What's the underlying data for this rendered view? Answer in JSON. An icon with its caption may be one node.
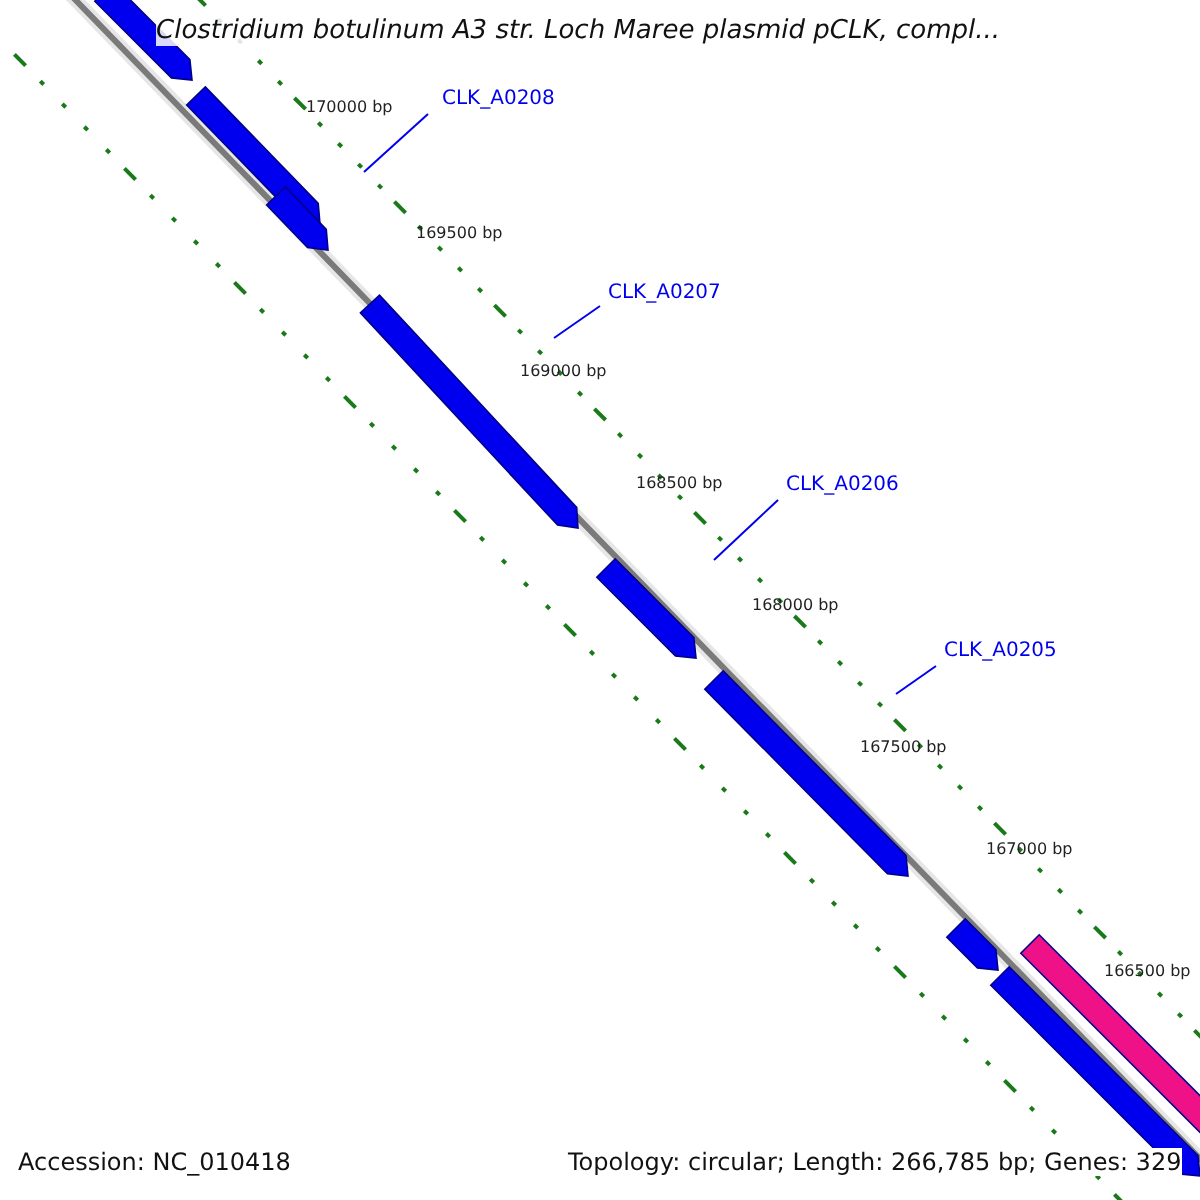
{
  "diagram": {
    "title": "Clostridium botulinum A3 str. Loch Maree plasmid pCLK, compl...",
    "nodes": [
      {
        "text": [
          "CLK_A0208"
        ]
      },
      {
        "text": [
          "CLK_A0207"
        ]
      },
      {
        "text": [
          "CLK_A0206"
        ]
      },
      {
        "text": [
          "CLK_A0205"
        ]
      }
    ],
    "edges": [
      {
        "from": 0,
        "to": null,
        "arrow": "none"
      },
      {
        "from": 1,
        "to": null,
        "arrow": "none"
      },
      {
        "from": 2,
        "to": null,
        "arrow": "none"
      },
      {
        "from": 3,
        "to": null,
        "arrow": "none"
      }
    ],
    "labels": [
      "170000 bp",
      "169500 bp",
      "169000 bp",
      "168500 bp",
      "168000 bp",
      "167500 bp",
      "167000 bp",
      "166500 bp",
      "Accession: NC_010418",
      "Topology: circular; Length: 266,785 bp; Genes: 329"
    ]
  }
}
